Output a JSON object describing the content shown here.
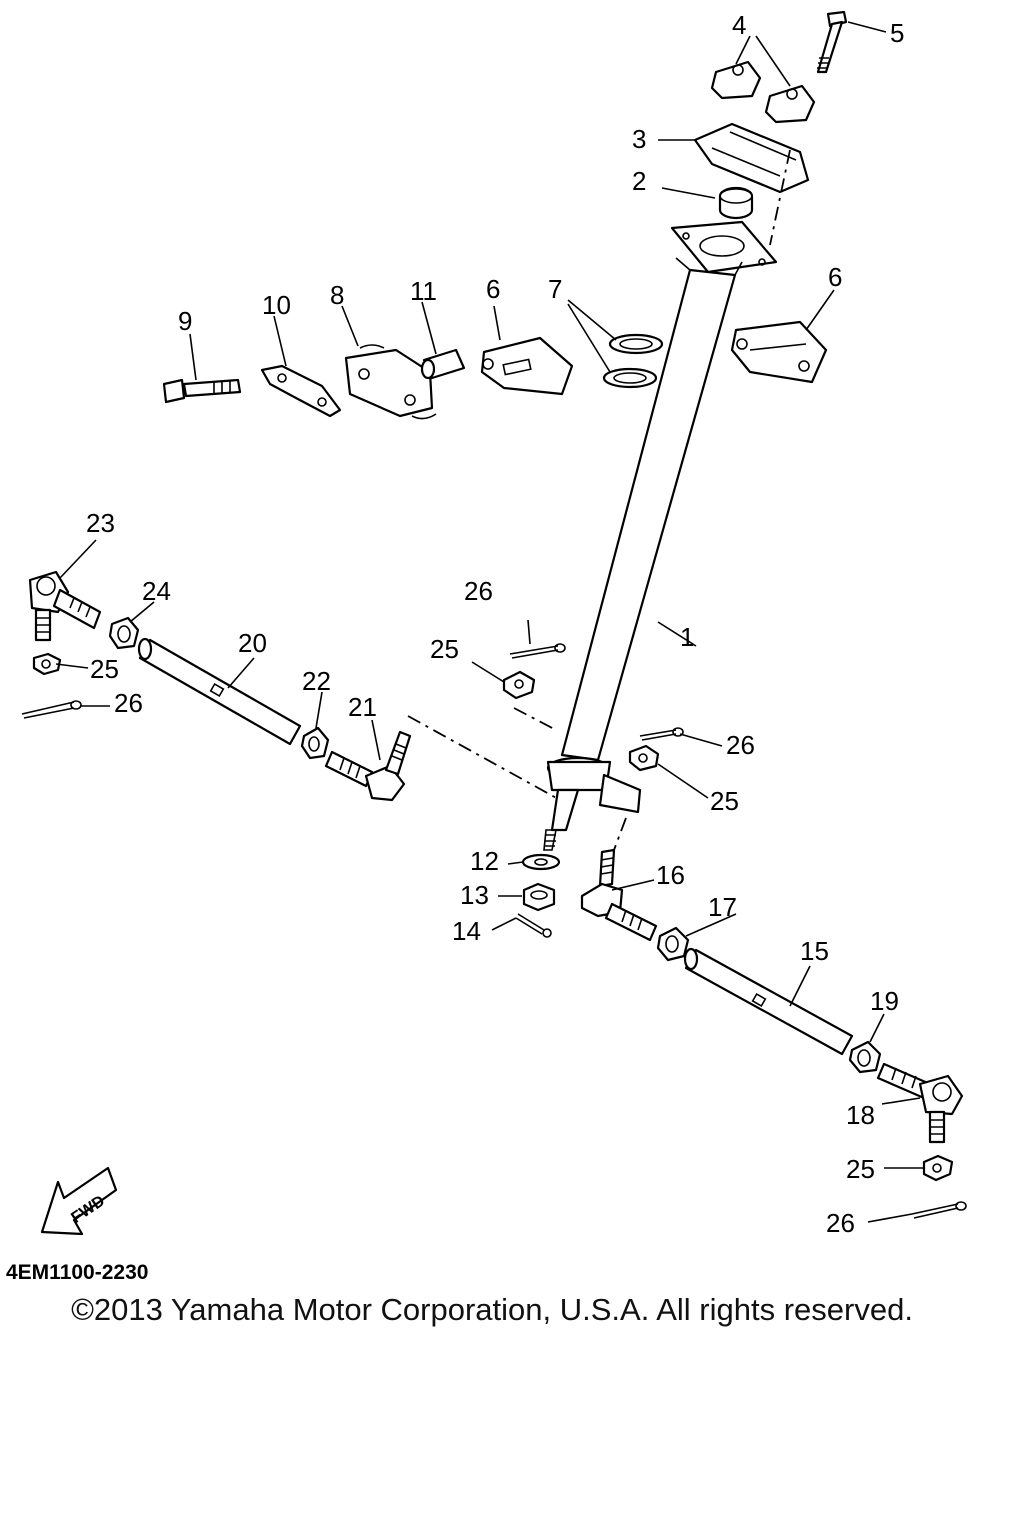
{
  "diagram": {
    "labels": [
      "1",
      "2",
      "3",
      "4",
      "5",
      "6",
      "6",
      "7",
      "8",
      "9",
      "10",
      "11",
      "12",
      "13",
      "14",
      "15",
      "16",
      "17",
      "18",
      "19",
      "20",
      "21",
      "22",
      "23",
      "24",
      "25",
      "25",
      "25",
      "25",
      "26",
      "26",
      "26",
      "26"
    ],
    "fwd_text": "FWD",
    "drawing_code": "4EM1100-2230"
  },
  "footer": {
    "copyright": "©2013 Yamaha Motor Corporation, U.S.A. All rights reserved."
  }
}
